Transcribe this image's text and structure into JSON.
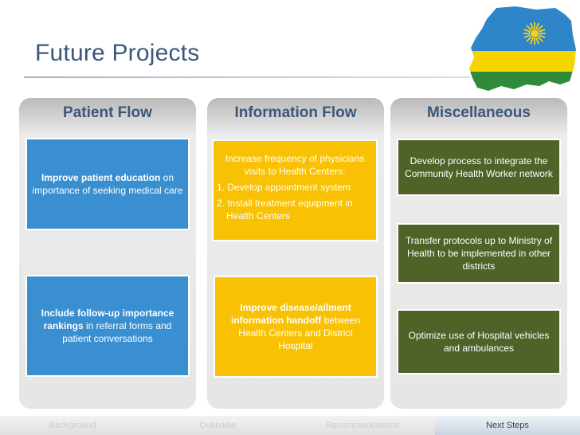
{
  "title": "Future Projects",
  "flag_icon": "rwanda-map-flag-icon",
  "colors": {
    "title": "#3b5779",
    "blue": "#3a8fd1",
    "yellow": "#f8c104",
    "green": "#4f6228"
  },
  "columns": {
    "patient": {
      "heading": "Patient Flow",
      "card1": {
        "bold": "Improve patient education",
        "rest": " on importance of seeking medical care"
      },
      "card2": {
        "bold": "Include follow-up importance rankings",
        "rest": " in referral forms and patient conversations"
      }
    },
    "information": {
      "heading": "Information Flow",
      "card1": {
        "lead": "Increase frequency of physicians visits to Health Centers:",
        "item1": "1. Develop appointment system",
        "item2": "2. Install treatment equipment in Health Centers"
      },
      "card2": {
        "bold": "Improve disease/ailment information handoff",
        "rest": " between Health Centers and District Hospital"
      }
    },
    "misc": {
      "heading": "Miscellaneous",
      "card1": "Develop process to integrate the Community Health Worker network",
      "card2": "Transfer protocols up to Ministry of Health to be implemented in other districts",
      "card3": "Optimize use of Hospital vehicles and ambulances"
    }
  },
  "nav": {
    "items": [
      "Background",
      "Overview",
      "Recommendations",
      "Next Steps"
    ],
    "active_index": 3
  }
}
